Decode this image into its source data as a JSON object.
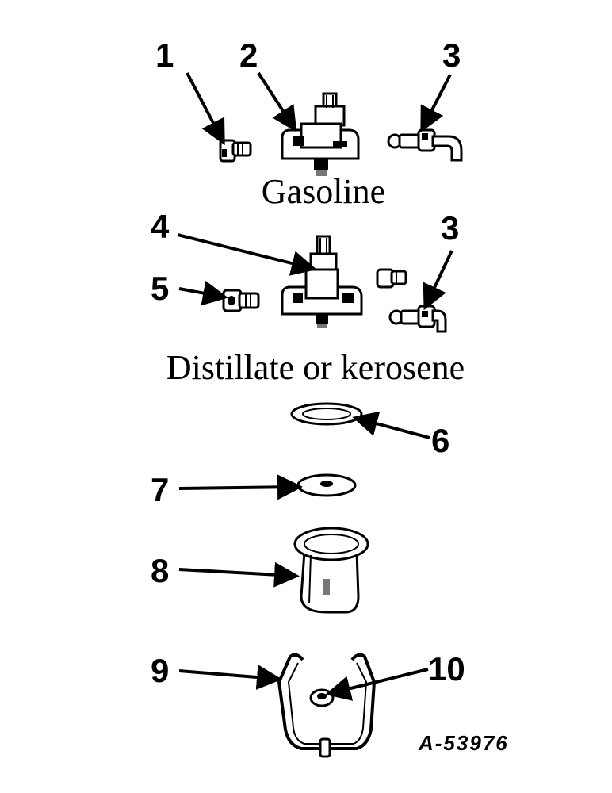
{
  "callouts": {
    "c1": "1",
    "c2": "2",
    "c3a": "3",
    "c4": "4",
    "c3b": "3",
    "c5": "5",
    "c6": "6",
    "c7": "7",
    "c8": "8",
    "c9": "9",
    "c10": "10"
  },
  "sections": {
    "gasoline": "Gasoline",
    "distillate": "Distillate or kerosene"
  },
  "figure_id": "A-53976"
}
